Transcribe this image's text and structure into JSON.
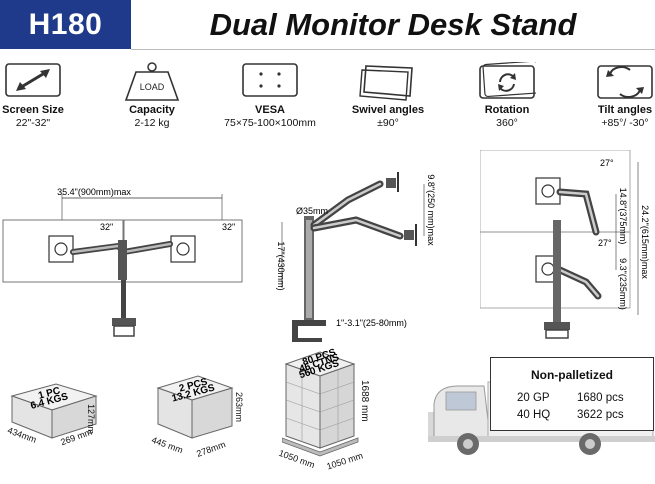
{
  "header": {
    "model": "H180",
    "title": "Dual Monitor Desk Stand",
    "brand_color": "#1f3a8a"
  },
  "specs": [
    {
      "icon": "diagonal-arrow-icon",
      "label": "Screen Size",
      "value": "22\"-32\""
    },
    {
      "icon": "weight-icon",
      "label": "Capacity",
      "value": "2-12 kg",
      "icon_text": "LOAD"
    },
    {
      "icon": "vesa-icon",
      "label": "VESA",
      "value": "75×75-100×100mm"
    },
    {
      "icon": "swivel-icon",
      "label": "Swivel angles",
      "value": "±90°"
    },
    {
      "icon": "rotation-icon",
      "label": "Rotation",
      "value": "360°"
    },
    {
      "icon": "tilt-icon",
      "label": "Tilt angles",
      "value": "+85°/  -30°"
    }
  ],
  "diagram_top": {
    "span": "35.4\"(900mm)max",
    "left_size": "32\"",
    "right_size": "32\""
  },
  "diagram_side": {
    "pole_diameter": "Ø35mm",
    "arm_height": "9.8\"(250 mm)max",
    "pole_height": "17\"(430mm)",
    "clamp_range": "1\"-3.1\"(25-80mm)"
  },
  "diagram_front": {
    "angle_top": "27°",
    "angle_mid": "27°",
    "upper_travel": "14.8\"(375mm)",
    "total_height": "24.2\"(615mm)max",
    "lower_travel": "9.3\"(235mm)"
  },
  "packages": [
    {
      "box_text": [
        "1 PC",
        "6.4 KGS"
      ],
      "height": "127mm",
      "length": "434mm",
      "width": "269 mm"
    },
    {
      "box_text": [
        "2 PCS",
        "13.2 KGS"
      ],
      "height": "263mm",
      "length": "445 mm",
      "width": "278mm"
    },
    {
      "box_text": [
        "80 PCS",
        "46 CTNS",
        "560 KGS"
      ],
      "height": "1688 mm",
      "length": "1050 mm",
      "width": "1050 mm"
    }
  ],
  "shipping": {
    "title": "Non-palletized",
    "rows": [
      {
        "container": "20 GP",
        "qty": "1680 pcs"
      },
      {
        "container": "40 HQ",
        "qty": "3622 pcs"
      }
    ]
  }
}
